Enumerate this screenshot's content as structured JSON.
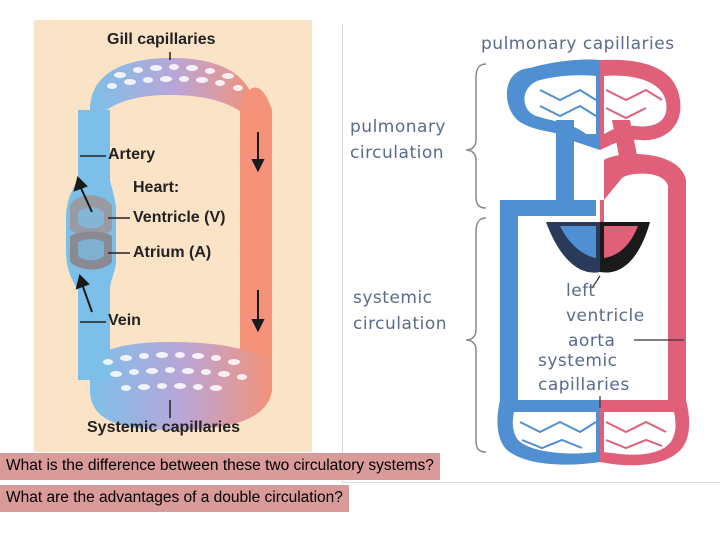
{
  "fish_diagram": {
    "gill_capillaries": "Gill capillaries",
    "artery": "Artery",
    "heart": "Heart:",
    "ventricle": "Ventricle (V)",
    "atrium": "Atrium (A)",
    "vein": "Vein",
    "systemic_capillaries": "Systemic capillaries"
  },
  "mammal_diagram": {
    "pulmonary_capillaries": "pulmonary capillaries",
    "pulmonary_circulation_1": "pulmonary",
    "pulmonary_circulation_2": "circulation",
    "systemic_circulation_1": "systemic",
    "systemic_circulation_2": "circulation",
    "left": "left",
    "ventricle": "ventricle",
    "aorta": "aorta",
    "systemic_capillaries_1": "systemic",
    "systemic_capillaries_2": "capillaries"
  },
  "questions": {
    "q1": "What is the difference between these two circulatory systems?",
    "q2": "What are the advantages of a double circulation?"
  },
  "colors": {
    "oxygenated": "#f08a6e",
    "deoxygenated": "#78b9e6",
    "panel_bg": "#fbe3c7",
    "question_bg": "#d99a9a"
  }
}
